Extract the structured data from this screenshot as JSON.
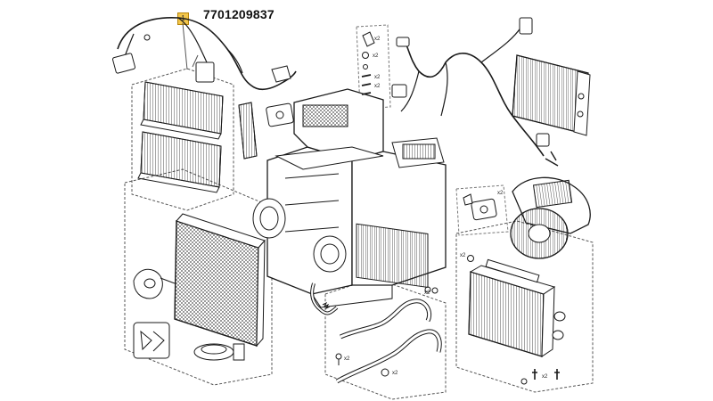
{
  "header": {
    "part_number": "7701209837",
    "callout_number": "1"
  },
  "quantity_labels": {
    "q1": "x2",
    "q2": "x2",
    "q3": "x2",
    "q4": "x2",
    "q5": "x2",
    "q6": "x2",
    "q7": "x2",
    "q8": "x2",
    "q9": "x2",
    "q10": "x2"
  },
  "colors": {
    "line": "#1a1a1a",
    "callout_fill": "#f3c64a",
    "callout_border": "#b8860b",
    "background": "#ffffff"
  }
}
